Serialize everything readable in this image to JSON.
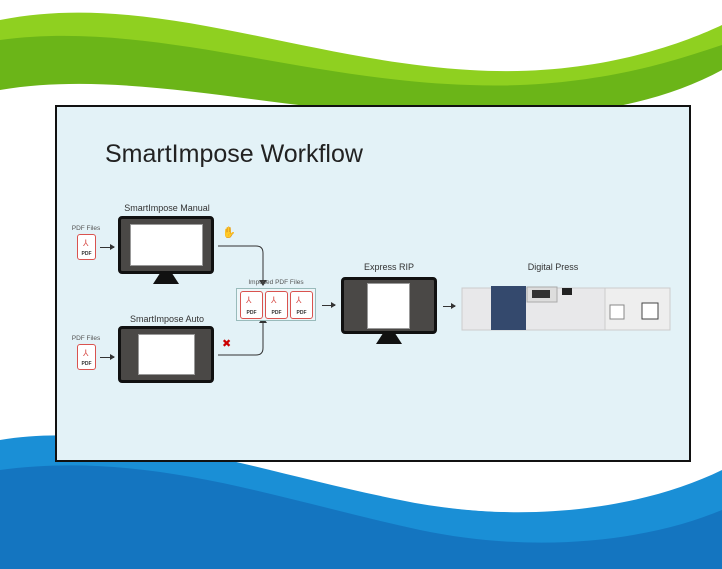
{
  "title": "SmartImpose Workflow",
  "inputs": [
    {
      "label": "PDF Files",
      "icon": "pdf-icon",
      "icon_text": "PDF"
    },
    {
      "label": "PDF Files",
      "icon": "pdf-icon",
      "icon_text": "PDF"
    }
  ],
  "manual": {
    "label": "SmartImpose Manual",
    "icon": "hand-icon"
  },
  "auto": {
    "label": "SmartImpose Auto",
    "icon": "no-hand-icon"
  },
  "imposed": {
    "label": "Imposed PDF Files",
    "icon_text": "PDF"
  },
  "rip": {
    "label": "Express RIP"
  },
  "press": {
    "label": "Digital Press"
  },
  "colors": {
    "panel": "#e3f2f7",
    "green": "#7dc21e",
    "blue": "#1a8fd6",
    "pdf": "#d9534f"
  }
}
